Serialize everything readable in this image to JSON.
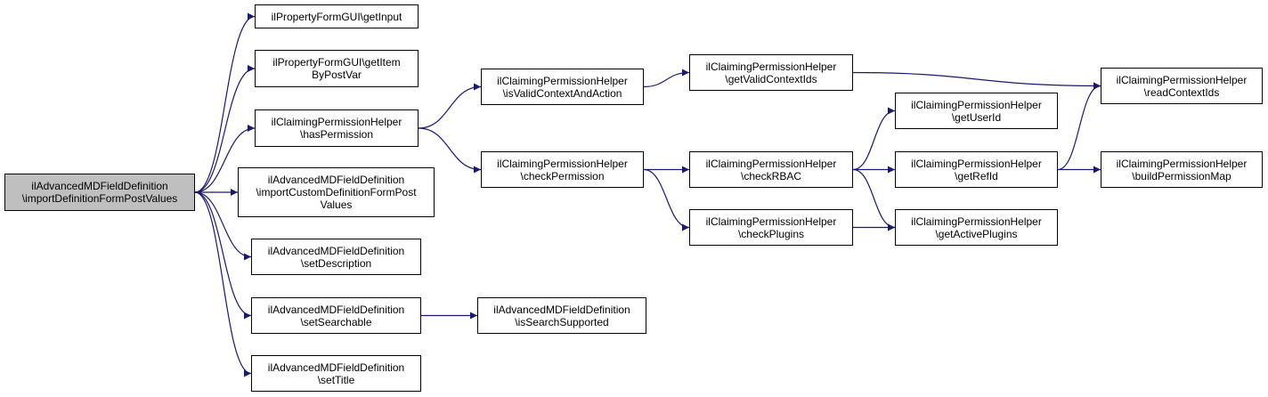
{
  "colors": {
    "edge": "#191970",
    "root_fill": "#bfbfbf",
    "node_fill": "#ffffff",
    "border": "#000000"
  },
  "nodes": {
    "root": {
      "line1": "ilAdvancedMDFieldDefinition",
      "line2": "\\importDefinitionFormPostValues"
    },
    "getInput": {
      "line1": "ilPropertyFormGUI\\getInput"
    },
    "getItemByPostVar": {
      "line1": "ilPropertyFormGUI\\getItem",
      "line2": "ByPostVar"
    },
    "hasPermission": {
      "line1": "ilClaimingPermissionHelper",
      "line2": "\\hasPermission"
    },
    "importCustom": {
      "line1": "ilAdvancedMDFieldDefinition",
      "line2": "\\importCustomDefinitionFormPost",
      "line3": "Values"
    },
    "setDescription": {
      "line1": "ilAdvancedMDFieldDefinition",
      "line2": "\\setDescription"
    },
    "setSearchable": {
      "line1": "ilAdvancedMDFieldDefinition",
      "line2": "\\setSearchable"
    },
    "setTitle": {
      "line1": "ilAdvancedMDFieldDefinition",
      "line2": "\\setTitle"
    },
    "isValidContextAndAction": {
      "line1": "ilClaimingPermissionHelper",
      "line2": "\\isValidContextAndAction"
    },
    "checkPermission": {
      "line1": "ilClaimingPermissionHelper",
      "line2": "\\checkPermission"
    },
    "isSearchSupported": {
      "line1": "ilAdvancedMDFieldDefinition",
      "line2": "\\isSearchSupported"
    },
    "getValidContextIds": {
      "line1": "ilClaimingPermissionHelper",
      "line2": "\\getValidContextIds"
    },
    "checkRBAC": {
      "line1": "ilClaimingPermissionHelper",
      "line2": "\\checkRBAC"
    },
    "checkPlugins": {
      "line1": "ilClaimingPermissionHelper",
      "line2": "\\checkPlugins"
    },
    "getUserId": {
      "line1": "ilClaimingPermissionHelper",
      "line2": "\\getUserId"
    },
    "getRefId": {
      "line1": "ilClaimingPermissionHelper",
      "line2": "\\getRefId"
    },
    "getActivePlugins": {
      "line1": "ilClaimingPermissionHelper",
      "line2": "\\getActivePlugins"
    },
    "readContextIds": {
      "line1": "ilClaimingPermissionHelper",
      "line2": "\\readContextIds"
    },
    "buildPermissionMap": {
      "line1": "ilClaimingPermissionHelper",
      "line2": "\\buildPermissionMap"
    }
  },
  "edges": [
    [
      "root",
      "getInput"
    ],
    [
      "root",
      "getItemByPostVar"
    ],
    [
      "root",
      "hasPermission"
    ],
    [
      "root",
      "importCustom"
    ],
    [
      "root",
      "setDescription"
    ],
    [
      "root",
      "setSearchable"
    ],
    [
      "root",
      "setTitle"
    ],
    [
      "hasPermission",
      "isValidContextAndAction"
    ],
    [
      "hasPermission",
      "checkPermission"
    ],
    [
      "isValidContextAndAction",
      "getValidContextIds"
    ],
    [
      "getValidContextIds",
      "readContextIds"
    ],
    [
      "checkPermission",
      "checkRBAC"
    ],
    [
      "checkPermission",
      "checkPlugins"
    ],
    [
      "checkRBAC",
      "getUserId"
    ],
    [
      "checkRBAC",
      "getRefId"
    ],
    [
      "checkRBAC",
      "getActivePlugins"
    ],
    [
      "checkPlugins",
      "getActivePlugins"
    ],
    [
      "getRefId",
      "readContextIds"
    ],
    [
      "getRefId",
      "buildPermissionMap"
    ],
    [
      "setSearchable",
      "isSearchSupported"
    ]
  ]
}
